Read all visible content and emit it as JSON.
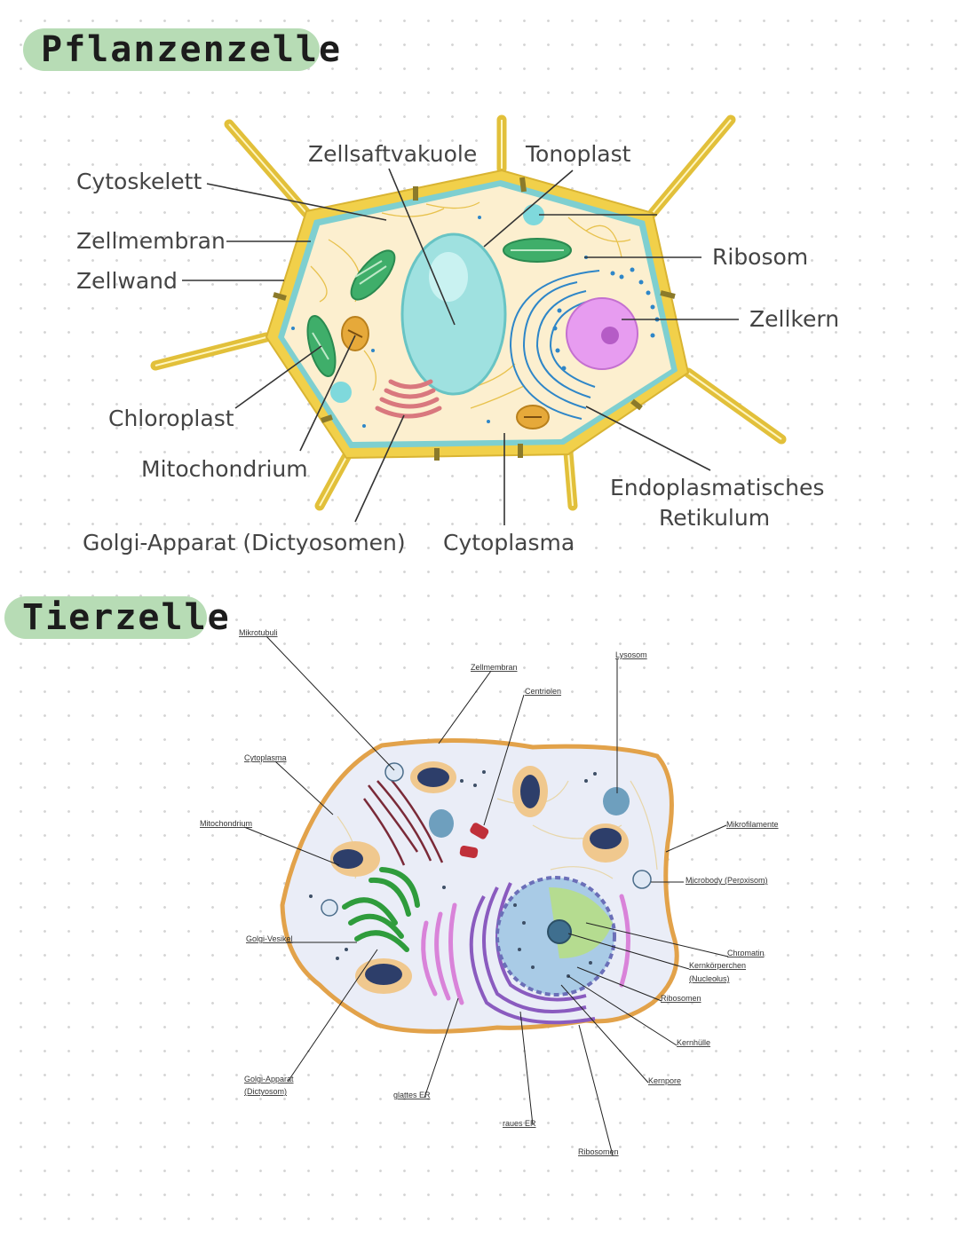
{
  "plant": {
    "title": "Pflanzenzelle",
    "labels": {
      "cytoskelett": "Cytoskelett",
      "zellsaftvakuole": "Zellsaftvakuole",
      "tonoplast": "Tonoplast",
      "zellmembran": "Zellmembran",
      "zellwand": "Zellwand",
      "ribosom": "Ribosom",
      "zellkern": "Zellkern",
      "chloroplast": "Chloroplast",
      "mitochondrium": "Mitochondrium",
      "golgi": "Golgi-Apparat (Dictyosomen)",
      "cytoplasma": "Cytoplasma",
      "er_line1": "Endoplasmatisches",
      "er_line2": "Retikulum"
    }
  },
  "animal": {
    "title": "Tierzelle",
    "labels": {
      "mikrotubuli": "Mikrotubuli",
      "zellmembran": "Zellmembran",
      "lysosom": "Lysosom",
      "centriolen": "Centriolen",
      "cytoplasma": "Cytoplasma",
      "mitochondrium": "Mitochondrium",
      "mikrofilamente": "Mikrofilamente",
      "microbody": "Microbody (Peroxisom)",
      "golgi_vesikel": "Golgi-Vesikel",
      "chromatin": "Chromatin",
      "kernkoerperchen_1": "Kernkörperchen",
      "kernkoerperchen_2": "(Nucleolus)",
      "ribosomen_1": "Ribosomen",
      "kernhuelle": "Kernhülle",
      "golgi_apparat_1": "Golgi-Apparat",
      "golgi_apparat_2": "(Dictyosom)",
      "kernpore": "Kernpore",
      "glattes_er": "glattes ER",
      "raues_er": "raues ER",
      "ribosomen_2": "Ribosomen"
    }
  },
  "colors": {
    "title_pill": "#b7dcb5",
    "cell_wall": "#f1d04a",
    "cytoplasm_plant": "#fcefcf",
    "membrane_plant": "#7ecfd0",
    "vacuole": "#9fe1e0",
    "chloroplast": "#3fae6a",
    "nucleus_plant": "#e79cf0",
    "er_plant": "#2e86c8",
    "golgi_plant": "#d9787e",
    "mitochondrium": "#e6a93a",
    "animal_membrane": "#e2a24a",
    "animal_cytoplasm": "#eaedf7",
    "animal_nucleus": "#a9cbe6",
    "animal_er": "#8a5bbf",
    "animal_golgi": "#2f9c3c"
  }
}
